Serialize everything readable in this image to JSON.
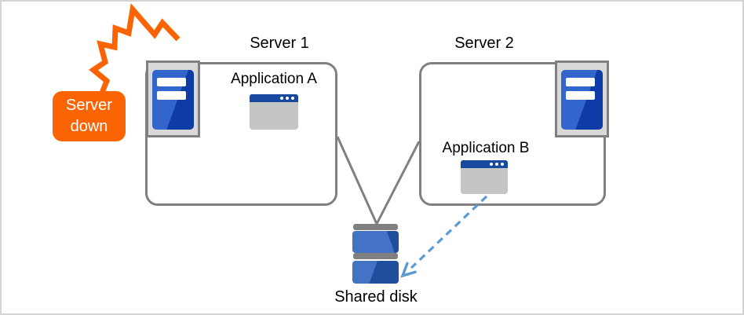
{
  "alert": {
    "text_lines": [
      "Server",
      "down"
    ]
  },
  "servers": [
    {
      "label": "Server 1",
      "application": {
        "label": "Application A"
      }
    },
    {
      "label": "Server 2",
      "application": {
        "label": "Application B"
      }
    }
  ],
  "storage": {
    "label": "Shared disk"
  },
  "icons": {
    "failure": "explosion-icon",
    "server": "server-tower-icon",
    "application": "app-window-icon",
    "storage": "disk-stack-icon"
  },
  "connections": [
    {
      "type": "solid-line",
      "from": "Server 1",
      "to": "Shared disk"
    },
    {
      "type": "solid-line",
      "from": "Server 2",
      "to": "Shared disk"
    },
    {
      "type": "dashed-arrow",
      "from": "Application B",
      "to": "Shared disk"
    }
  ],
  "colors": {
    "accent_orange": "#FA6405",
    "line_gray": "#808080",
    "icon_frame_gray": "#D9D9D9",
    "window_body_gray": "#C5C5C5",
    "window_titlebar_blue": "#17499E",
    "server_blue_light": "#3366CC",
    "server_blue_dark": "#0E3BA5",
    "disk_blue_light": "#4472C4",
    "disk_blue_dark": "#1F4E9C",
    "arrow_dashed_blue": "#5B9BD5",
    "canvas_border": "#D4D4D4",
    "text": "#000000"
  }
}
